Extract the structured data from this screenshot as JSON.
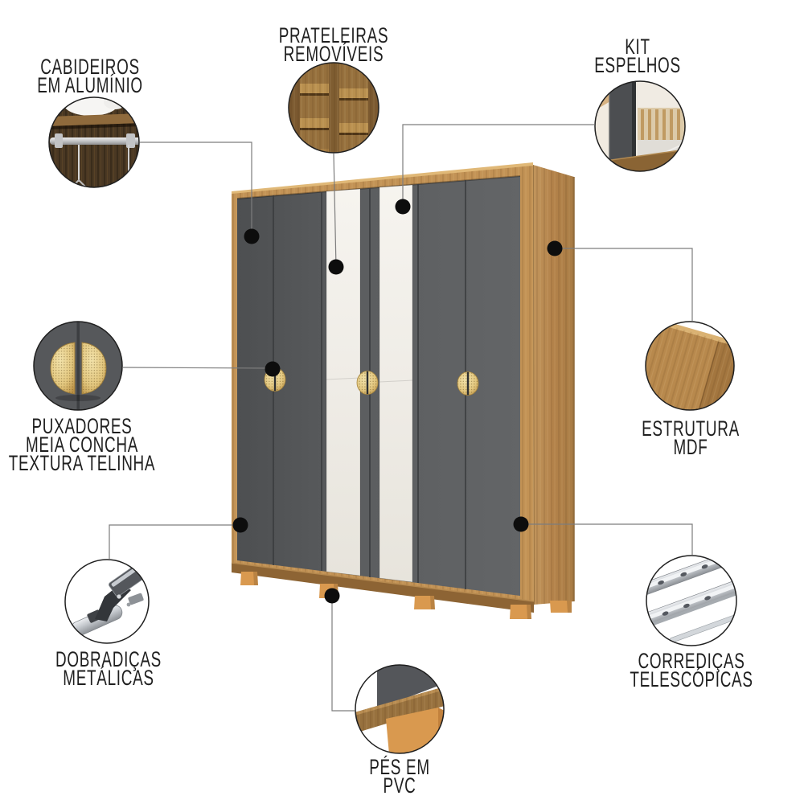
{
  "figure": {
    "kind": "product-feature-diagram",
    "subject": "6-door wardrobe with mirror strips, wood frame and graphite doors",
    "language": "pt-BR"
  },
  "colors": {
    "background": "#ffffff",
    "label_text": "#1f1f1f",
    "leader_line": "#7d7d7d",
    "marker_dot": "#0d0d0d",
    "circle_border": "#1f1f1f",
    "door_gray": "#5a5c5e",
    "door_seam": "#3a3c3e",
    "wood_frame": "#c29255",
    "wood_side": "#b5854b",
    "wood_top_highlight": "#e0b877",
    "wood_base": "#8d6434",
    "mirror_light": "#f4f2ec",
    "handle_gold": "#e8d193",
    "foot_pvc": "#d9994f",
    "metal_light": "#e9ebee",
    "interior_wood": "#4a3823"
  },
  "callouts": [
    {
      "id": "cabideiros",
      "label": "CABIDEIROS\nEM ALUMÍNIO"
    },
    {
      "id": "prateleiras",
      "label": "PRATELEIRAS\nREMOVÍVEIS"
    },
    {
      "id": "kit-espelhos",
      "label": "KIT\nESPELHOS"
    },
    {
      "id": "estrutura-mdf",
      "label": "ESTRUTURA\nMDF"
    },
    {
      "id": "puxadores",
      "label": "PUXADORES\nMEIA CONCHA\nTEXTURA TELINHA"
    },
    {
      "id": "dobradicas",
      "label": "DOBRADIÇAS\nMETÁLICAS"
    },
    {
      "id": "corredicas",
      "label": "CORREDIÇAS\nTELESCÓPICAS"
    },
    {
      "id": "pes-pvc",
      "label": "PÉS EM\nPVC"
    }
  ]
}
